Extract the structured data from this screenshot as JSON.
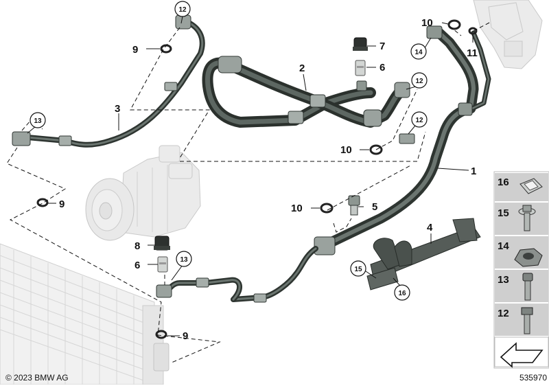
{
  "callouts": {
    "c1": "1",
    "c2": "2",
    "c3": "3",
    "c4": "4",
    "c5": "5",
    "c6a": "6",
    "c6b": "6",
    "c7": "7",
    "c8": "8",
    "c9a": "9",
    "c9b": "9",
    "c9c": "9",
    "c10a": "10",
    "c10b": "10",
    "c10c": "10",
    "c11": "11",
    "c12a": "12",
    "c12b": "12",
    "c12c": "12",
    "c13a": "13",
    "c13b": "13",
    "c14": "14",
    "c15": "15",
    "c16": "16"
  },
  "legend": {
    "items": [
      {
        "label": "16",
        "icon": "clip-nut-icon"
      },
      {
        "label": "15",
        "icon": "flange-screw-icon"
      },
      {
        "label": "14",
        "icon": "hex-nut-icon"
      },
      {
        "label": "13",
        "icon": "socket-bolt-icon"
      },
      {
        "label": "12",
        "icon": "hex-bolt-icon"
      }
    ],
    "arrow_icon": "direction-arrow-icon"
  },
  "copyright": "© 2023 BMW AG",
  "diagram_id": "535970",
  "colors": {
    "hose": "#2e3531",
    "ghost": "#ebebeb",
    "line": "#111111",
    "legend_bg": "#cfcfcf"
  }
}
